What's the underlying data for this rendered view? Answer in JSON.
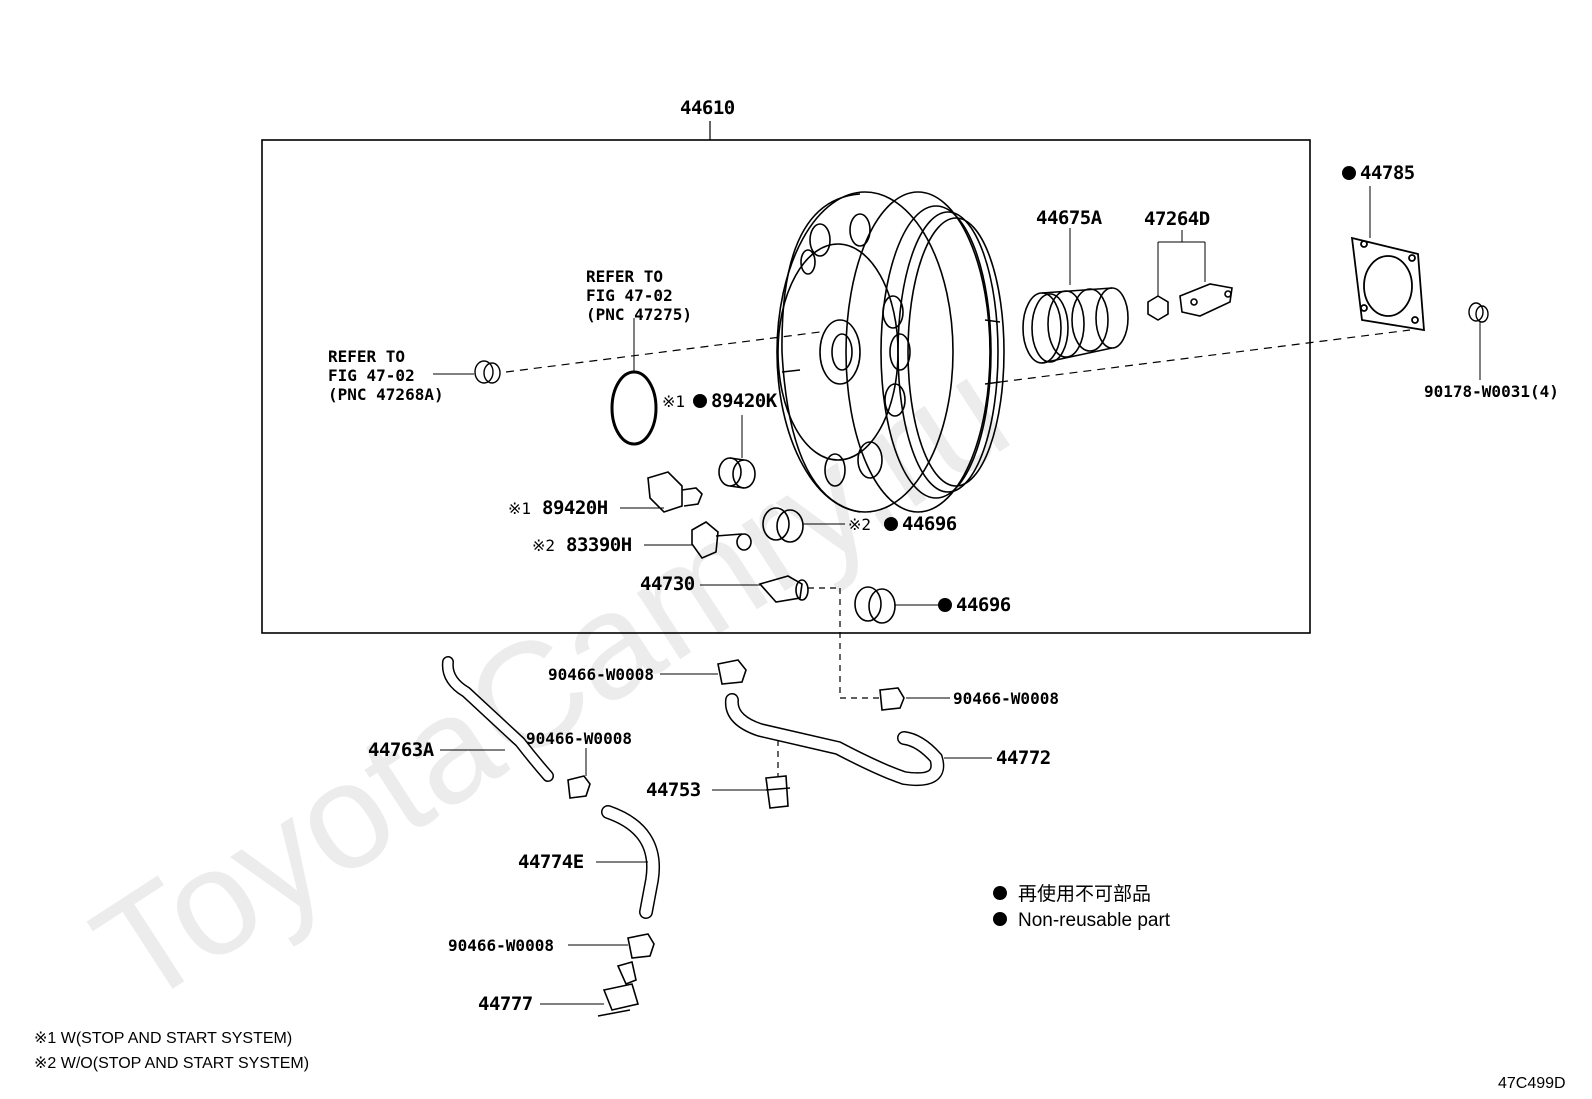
{
  "watermark": "ToyotaCamry.ru",
  "assembly_label": "44610",
  "refer_1": [
    "REFER TO",
    "FIG 47-02",
    "(PNC 47268A)"
  ],
  "refer_2": [
    "REFER TO",
    "FIG 47-02",
    "(PNC 47275)"
  ],
  "parts": {
    "p44675A": "44675A",
    "p47264D": "47264D",
    "p44785": "44785",
    "p90178": "90178-W0031(4)",
    "p89420K": "89420K",
    "p89420H": "89420H",
    "p83390H": "83390H",
    "p44696a": "44696",
    "p44696b": "44696",
    "p44730": "44730",
    "p90466a": "90466-W0008",
    "p90466b": "90466-W0008",
    "p90466c": "90466-W0008",
    "p90466d": "90466-W0008",
    "p44763A": "44763A",
    "p44772": "44772",
    "p44753": "44753",
    "p44774E": "44774E",
    "p44777": "44777"
  },
  "marks": {
    "m1": "※1",
    "m2": "※2"
  },
  "legend": {
    "jp": "再使用不可部品",
    "en": "Non-reusable part"
  },
  "footnotes": {
    "n1": "※1  W(STOP AND START SYSTEM)",
    "n2": "※2  W/O(STOP AND START SYSTEM)"
  },
  "figure_code": "47C499D"
}
